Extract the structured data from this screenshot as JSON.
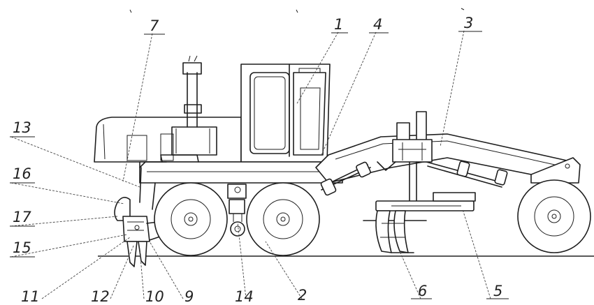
{
  "diagram": {
    "labels": {
      "l1": "1",
      "l2": "2",
      "l3": "3",
      "l4": "4",
      "l5": "5",
      "l6": "6",
      "l7": "7",
      "l9": "9",
      "l10": "10",
      "l11": "11",
      "l12": "12",
      "l13": "13",
      "l14": "14",
      "l15": "15",
      "l16": "16",
      "l17": "17"
    }
  }
}
